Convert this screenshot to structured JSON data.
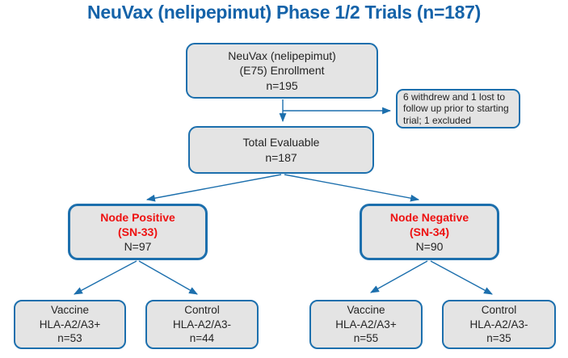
{
  "title": "NeuVax (nelipepimut) Phase 1/2 Trials (n=187)",
  "colors": {
    "title_text": "#1563A9",
    "box_border": "#1C6FAD",
    "box_fill": "#E4E4E4",
    "accent_red": "#EE1111",
    "arrow": "#1C6FAD",
    "body_text": "#242424"
  },
  "nodes": {
    "enrollment": {
      "name": "NeuVax (nelipepimut)",
      "subtitle": "(E75) Enrollment",
      "count": "n=195"
    },
    "withdrawn_note": {
      "line1": "6 withdrew and 1 lost to",
      "line2": "follow up prior to starting",
      "line3": "trial; 1 excluded"
    },
    "total_evaluable": {
      "name": "Total Evaluable",
      "count": "n=187"
    },
    "node_positive": {
      "name": "Node Positive",
      "subtitle": "(SN-33)",
      "count": "N=97"
    },
    "node_negative": {
      "name": "Node Negative",
      "subtitle": "(SN-34)",
      "count": "N=90"
    },
    "np_vaccine": {
      "name": "Vaccine",
      "subtitle": "HLA-A2/A3+",
      "count": "n=53"
    },
    "np_control": {
      "name": "Control",
      "subtitle": "HLA-A2/A3-",
      "count": "n=44"
    },
    "nn_vaccine": {
      "name": "Vaccine",
      "subtitle": "HLA-A2/A3+",
      "count": "n=55"
    },
    "nn_control": {
      "name": "Control",
      "subtitle": "HLA-A2/A3-",
      "count": "n=35"
    }
  },
  "edges": [
    {
      "from": "enrollment",
      "to": "total_evaluable"
    },
    {
      "from": "enrollment",
      "to": "withdrawn_note"
    },
    {
      "from": "total_evaluable",
      "to": "node_positive"
    },
    {
      "from": "total_evaluable",
      "to": "node_negative"
    },
    {
      "from": "node_positive",
      "to": "np_vaccine"
    },
    {
      "from": "node_positive",
      "to": "np_control"
    },
    {
      "from": "node_negative",
      "to": "nn_vaccine"
    },
    {
      "from": "node_negative",
      "to": "nn_control"
    }
  ]
}
